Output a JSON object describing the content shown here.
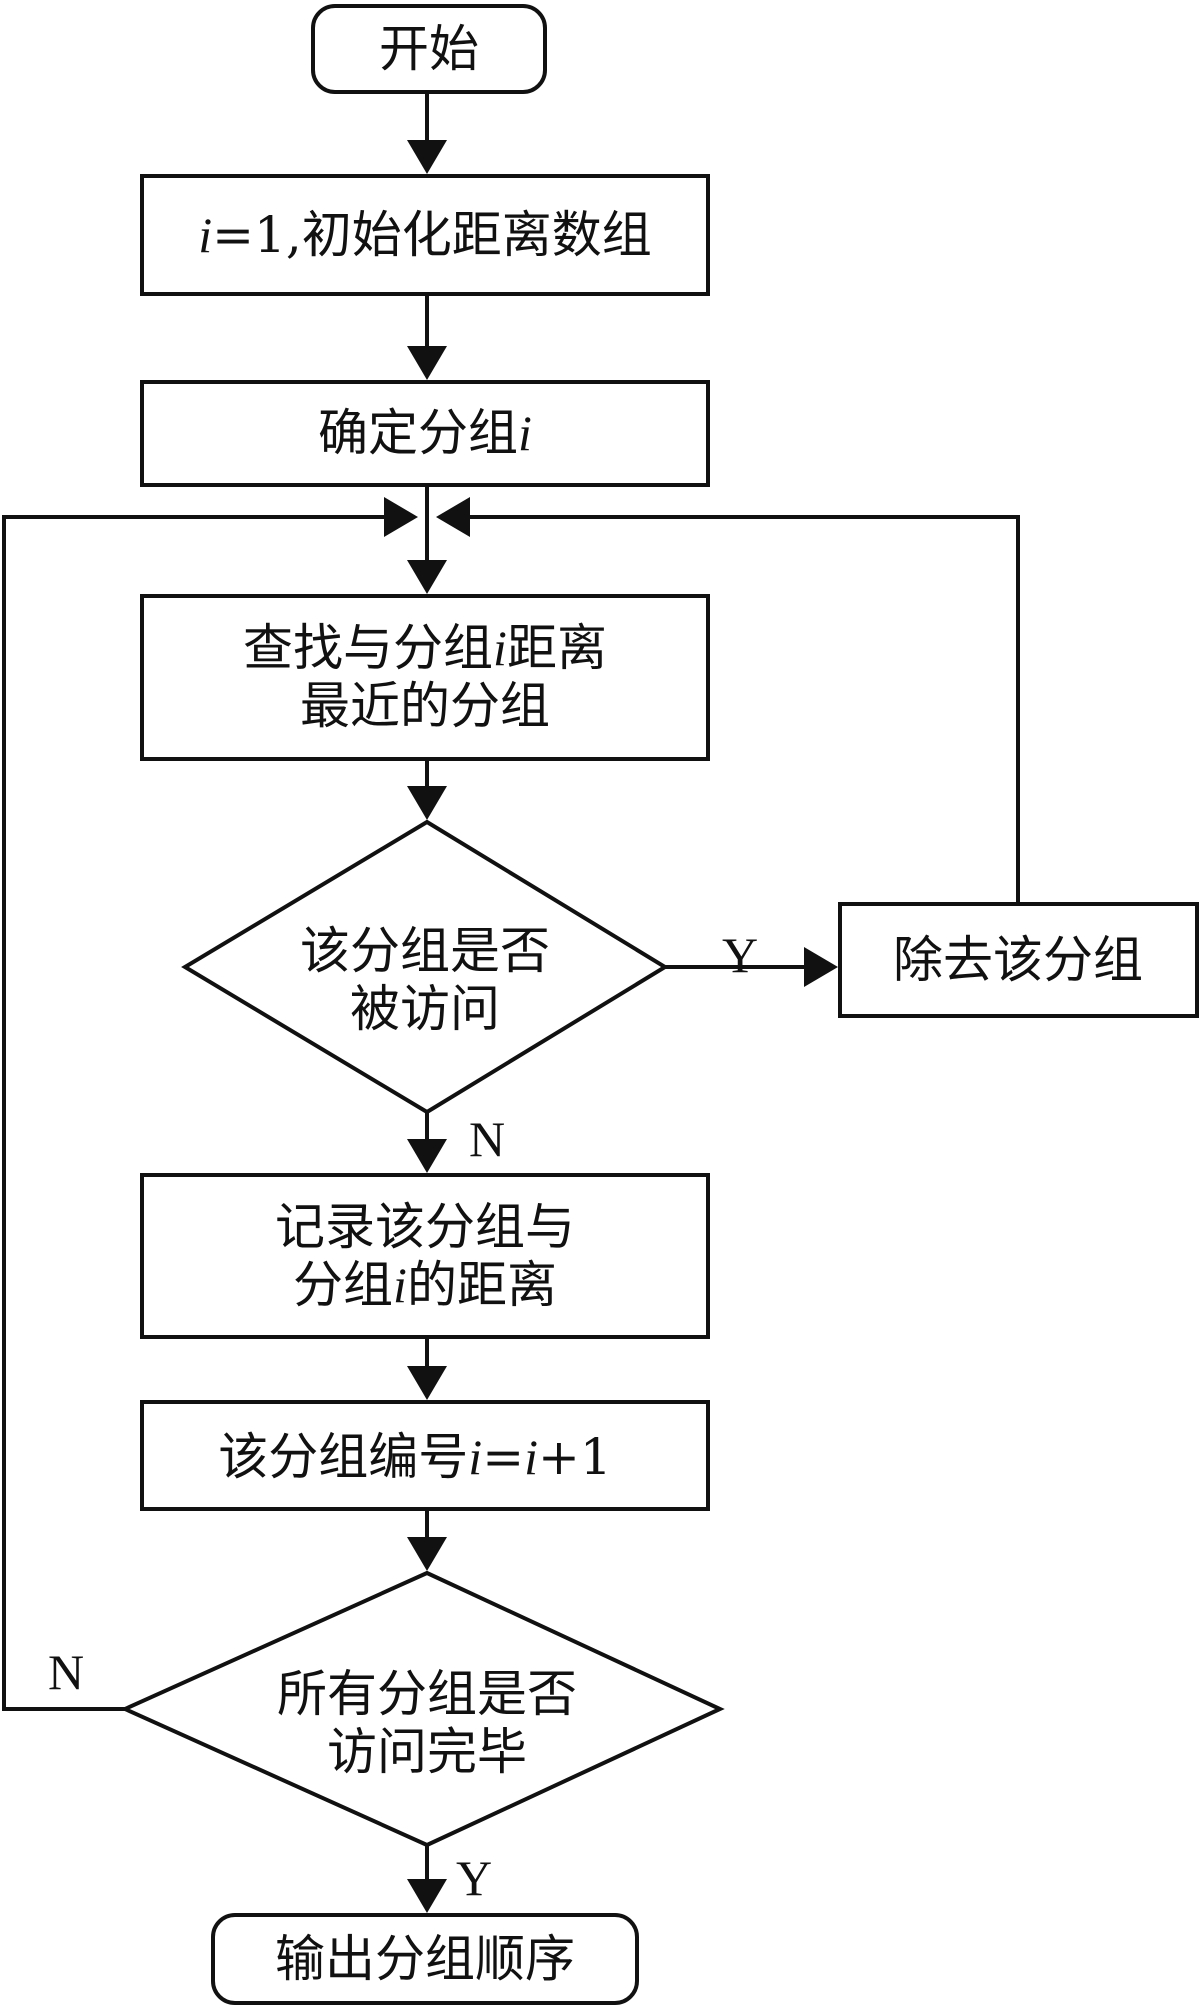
{
  "nodes": {
    "start": {
      "lines": [
        [
          "开始"
        ]
      ]
    },
    "init": {
      "lines": [
        [
          {
            "t": "i",
            "i": true
          },
          "=1,初始化距离数组"
        ]
      ]
    },
    "determine": {
      "lines": [
        [
          "确定分组",
          {
            "t": "i",
            "i": true
          }
        ]
      ]
    },
    "find_nearest": {
      "lines": [
        [
          "查找与分组",
          {
            "t": "i",
            "i": true
          },
          "距离"
        ],
        [
          "最近的分组"
        ]
      ]
    },
    "visited_check": {
      "lines": [
        [
          "该分组是否"
        ],
        [
          "被访问"
        ]
      ]
    },
    "remove": {
      "lines": [
        [
          "除去该分组"
        ]
      ]
    },
    "record": {
      "lines": [
        [
          "记录该分组与"
        ],
        [
          "分组",
          {
            "t": "i",
            "i": true
          },
          "的距离"
        ]
      ]
    },
    "increment": {
      "lines": [
        [
          "该分组编号",
          {
            "t": "i",
            "i": true
          },
          "=",
          {
            "t": "i",
            "i": true
          },
          "+1"
        ]
      ]
    },
    "all_visited": {
      "lines": [
        [
          "所有分组是否"
        ],
        [
          "访问完毕"
        ]
      ]
    },
    "output": {
      "lines": [
        [
          "输出分组顺序"
        ]
      ]
    }
  },
  "edge_labels": {
    "visited_yes": "Y",
    "visited_no": "N",
    "all_no": "N",
    "all_yes": "Y"
  },
  "colors": {
    "stroke": "#111111",
    "background": "#ffffff"
  }
}
